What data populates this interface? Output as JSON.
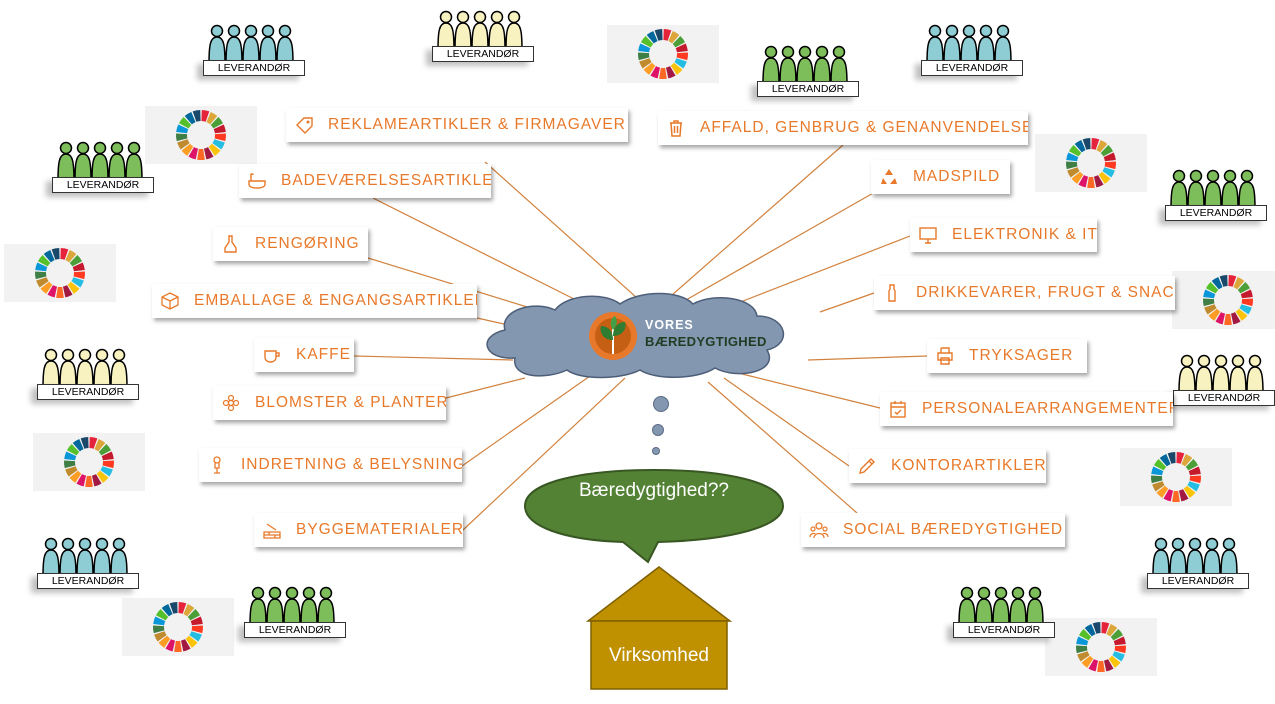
{
  "center": {
    "logo_line1": "VORES",
    "logo_line2": "BÆREDYGTIGHED",
    "bubble_text": "Bæredygtighed??",
    "house_text": "Virksomhed"
  },
  "categories": [
    {
      "key": "reklame",
      "label": "REKLAMEARTIKLER & FIRMAGAVER",
      "icon": "tag-icon"
    },
    {
      "key": "badevaerelse",
      "label": "BADEVÆRELSESARTIKLER",
      "icon": "bathtub-icon"
    },
    {
      "key": "rengoring",
      "label": "RENGØRING",
      "icon": "cleaning-icon"
    },
    {
      "key": "emballage",
      "label": "EMBALLAGE & ENGANGSARTIKLER",
      "icon": "box-icon"
    },
    {
      "key": "kaffe",
      "label": "KAFFE",
      "icon": "coffee-icon"
    },
    {
      "key": "blomster",
      "label": "BLOMSTER & PLANTER",
      "icon": "flower-icon"
    },
    {
      "key": "indretning",
      "label": "INDRETNING & BELYSNING",
      "icon": "lamp-icon"
    },
    {
      "key": "bygge",
      "label": "BYGGEMATERIALER",
      "icon": "bricks-icon"
    },
    {
      "key": "affald",
      "label": "AFFALD, GENBRUG & GENANVENDELSE",
      "icon": "trash-icon"
    },
    {
      "key": "madspild",
      "label": "MADSPILD",
      "icon": "recycle-icon"
    },
    {
      "key": "elektronik",
      "label": "ELEKTRONIK & IT",
      "icon": "computer-icon"
    },
    {
      "key": "drikkevarer",
      "label": "DRIKKEVARER, FRUGT & SNACKS",
      "icon": "bottle-icon"
    },
    {
      "key": "tryksager",
      "label": "TRYKSAGER",
      "icon": "printer-icon"
    },
    {
      "key": "personale",
      "label": "PERSONALEARRANGEMENTER",
      "icon": "calendar-icon"
    },
    {
      "key": "kontor",
      "label": "KONTORARTIKLER",
      "icon": "pencil-icon"
    },
    {
      "key": "social",
      "label": "SOCIAL BÆREDYGTIGHED",
      "icon": "people-icon"
    }
  ],
  "supplier_label": "LEVERANDØR",
  "colors": {
    "accent_orange": "#e8792a",
    "connector": "#d2823e",
    "cloud": "#8497b0",
    "bubble_green": "#548235",
    "house_gold": "#bf9000",
    "supplier_teal": "#8fcdd4",
    "supplier_green": "#7dbd5a",
    "supplier_yellow": "#f7f2c0"
  }
}
